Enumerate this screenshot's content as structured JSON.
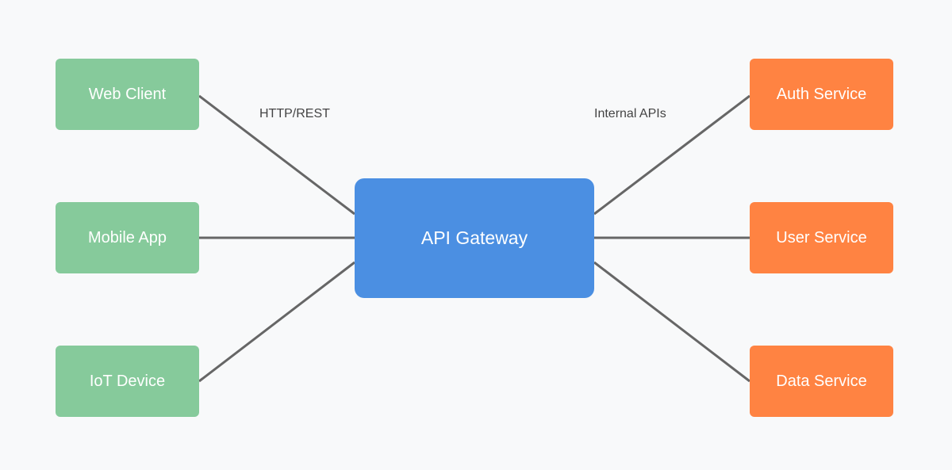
{
  "diagram": {
    "clients": [
      {
        "label": "Web Client"
      },
      {
        "label": "Mobile App"
      },
      {
        "label": "IoT Device"
      }
    ],
    "gateway": {
      "label": "API Gateway"
    },
    "services": [
      {
        "label": "Auth Service"
      },
      {
        "label": "User Service"
      },
      {
        "label": "Data Service"
      }
    ],
    "edge_labels": {
      "client_side": "HTTP/REST",
      "service_side": "Internal APIs"
    }
  },
  "colors": {
    "background": "#f8f9fa",
    "client_node": "#86ca9b",
    "gateway_node": "#4b8fe2",
    "service_node": "#ff8342",
    "connector": "#666666",
    "label_text": "#444444"
  }
}
